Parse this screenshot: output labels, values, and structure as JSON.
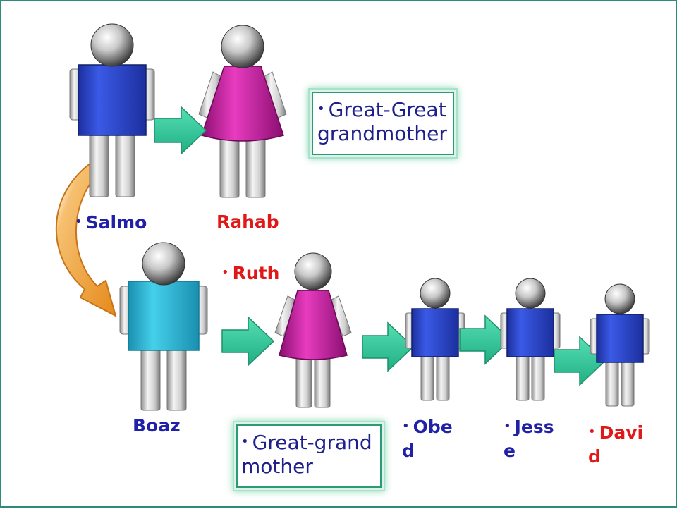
{
  "people": [
    {
      "id": "salmo",
      "name": "Salmo",
      "color": "#2020a8"
    },
    {
      "id": "rahab",
      "name": "Rahab",
      "color": "#e01818"
    },
    {
      "id": "boaz",
      "name": "Boaz",
      "color": "#2020a8"
    },
    {
      "id": "ruth",
      "name": "Ruth",
      "color": "#e01818"
    },
    {
      "id": "obed",
      "name": "Obed",
      "color": "#2020a8"
    },
    {
      "id": "jesse",
      "name": "Jesse",
      "color": "#2020a8"
    },
    {
      "id": "david",
      "name": "David",
      "color": "#e01818"
    }
  ],
  "callouts": {
    "rahab_note": "Great-Great grandmother",
    "ruth_note": "Great-grandmother"
  },
  "colors": {
    "frame": "#2e8b7a",
    "male_shirt": "#2541c9",
    "boaz_shirt": "#2bbad6",
    "female_dress": "#c0189a",
    "arrow": "#2ec79a",
    "curved_arrow": "#f0a030"
  },
  "bullet": "•"
}
